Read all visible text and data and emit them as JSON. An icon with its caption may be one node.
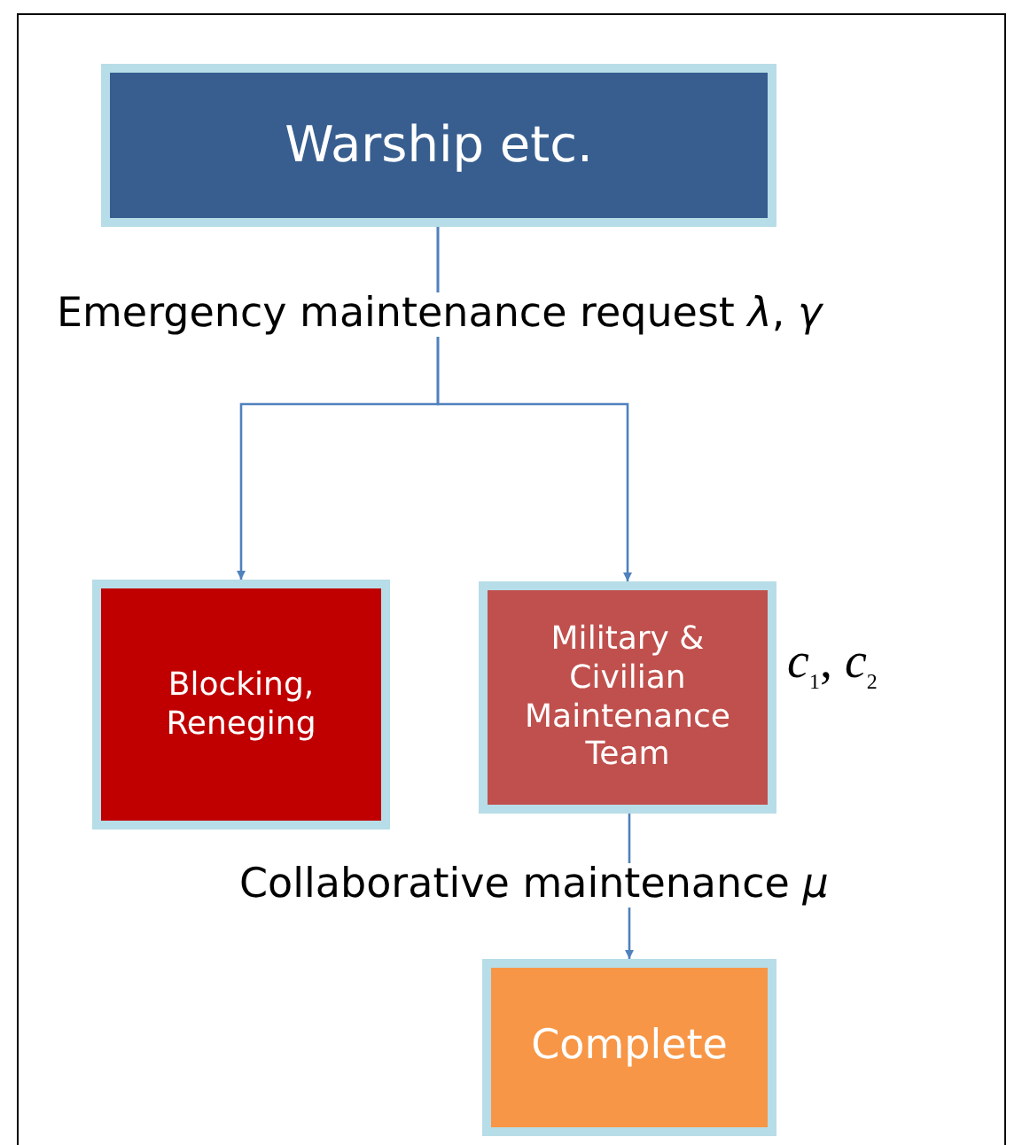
{
  "diagram": {
    "nodes": [
      {
        "text": [
          "Warship etc."
        ]
      },
      {
        "text": [
          "Blocking, Reneging"
        ]
      },
      {
        "text": [
          "Military & Civilian Maintenance Team"
        ],
        "beside": [
          "*c*$_{1}$,  *c*$_{2}$"
        ]
      },
      {
        "text": [
          "Complete"
        ]
      }
    ],
    "edges": [
      {
        "from": 0,
        "to": 1,
        "arrow": "to",
        "label": "Emergency maintenance request *λ*, *γ*"
      },
      {
        "from": 0,
        "to": 2,
        "arrow": "to"
      },
      {
        "from": 2,
        "to": 3,
        "arrow": "to",
        "label": "Collaborative maintenance *μ*"
      }
    ]
  }
}
